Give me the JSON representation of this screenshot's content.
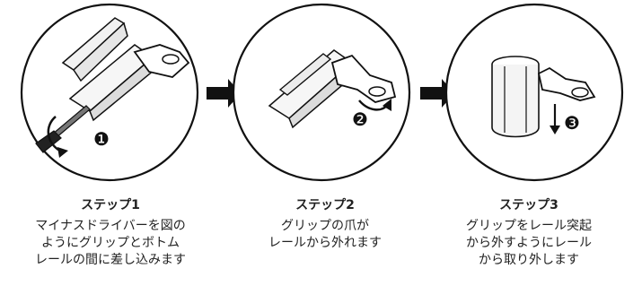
{
  "steps": [
    {
      "number": "1",
      "title": "ステップ1",
      "desc_lines": [
        "マイナスドライバーを図の",
        "ようにグリップとボトム",
        "レールの間に差し込みます"
      ]
    },
    {
      "number": "2",
      "title": "ステップ2",
      "desc_lines": [
        "グリップの爪が",
        "レールから外れます"
      ]
    },
    {
      "number": "3",
      "title": "ステップ3",
      "desc_lines": [
        "グリップをレール突起",
        "から外すようにレール",
        "から取り外します"
      ]
    }
  ],
  "markers": [
    "❶",
    "❷",
    "❸"
  ]
}
